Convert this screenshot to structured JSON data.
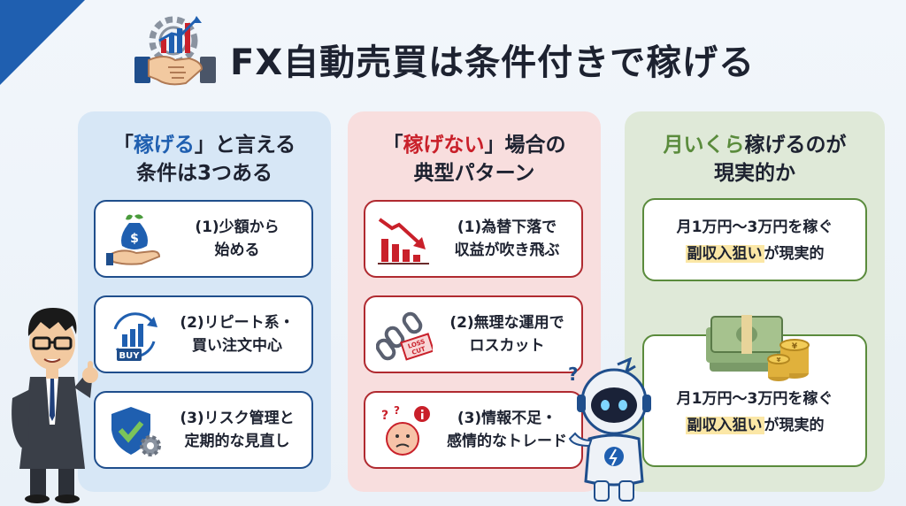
{
  "title": "FX自動売買は条件付きで稼げる",
  "columns": [
    {
      "heading_parts": [
        "「",
        "稼げる",
        "」と言える",
        "条件は3つある"
      ],
      "cards": [
        {
          "line1": "(1)少額から",
          "line2": "始める",
          "icon": "money-bag-hand-icon"
        },
        {
          "line1": "(2)リピート系・",
          "line2": "買い注文中心",
          "icon": "repeat-buy-chart-icon"
        },
        {
          "line1": "(3)リスク管理と",
          "line2": "定期的な見直し",
          "icon": "shield-check-gear-icon"
        }
      ]
    },
    {
      "heading_parts": [
        "「",
        "稼げない",
        "」場合の",
        "典型パターン"
      ],
      "cards": [
        {
          "line1": "(1)為替下落で",
          "line2": "収益が吹き飛ぶ",
          "icon": "downtrend-chart-icon"
        },
        {
          "line1": "(2)無理な運用で",
          "line2": "ロスカット",
          "icon": "broken-chain-icon"
        },
        {
          "line1": "(3)情報不足・",
          "line2": "感情的なトレード",
          "icon": "confused-face-icon"
        }
      ]
    },
    {
      "heading_parts": [
        "月いくら",
        "稼げるのが",
        "現実的か"
      ],
      "cards": [
        {
          "line1": "月1万円〜3万円を稼ぐ",
          "hl": "副収入狙い",
          "rest": "が現実的"
        },
        {
          "line1": "月1万円〜3万円を稼ぐ",
          "hl": "副収入狙い",
          "rest": "が現実的"
        }
      ]
    }
  ],
  "icons": {
    "buy_tag": "BUY",
    "loss_cut_tag_1": "LOSS",
    "loss_cut_tag_2": "CUT",
    "dollar": "$",
    "yen": "¥"
  },
  "colors": {
    "accent_blue": "#1f5fb0",
    "accent_red": "#c9202a",
    "accent_green": "#5a8b3c",
    "highlight": "#fbe7a6"
  }
}
